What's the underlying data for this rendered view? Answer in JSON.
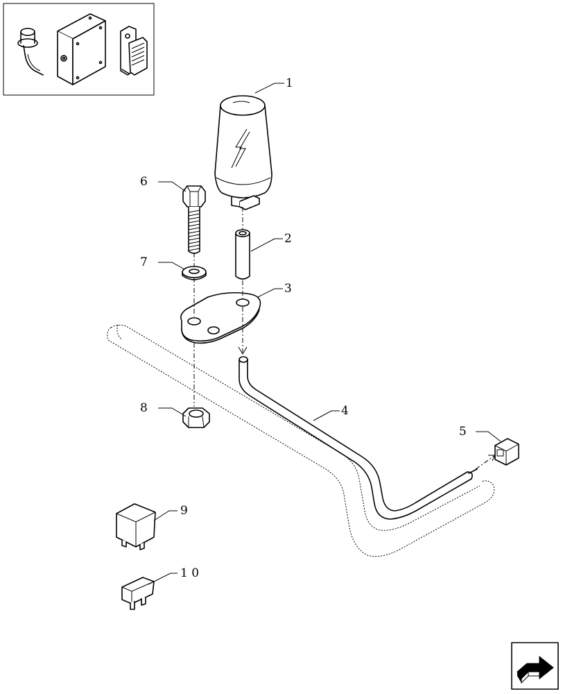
{
  "callouts": {
    "c1": "1",
    "c2": "2",
    "c3": "3",
    "c4": "4",
    "c5": "5",
    "c6": "6",
    "c7": "7",
    "c8": "8",
    "c9": "9",
    "c10": "1 0"
  },
  "icons": {
    "inset_sensor": "proximity-sensor-icon",
    "inset_box": "control-box-icon",
    "inset_connector": "connector-plug-icon",
    "nav": "next-page-arrow-icon"
  }
}
